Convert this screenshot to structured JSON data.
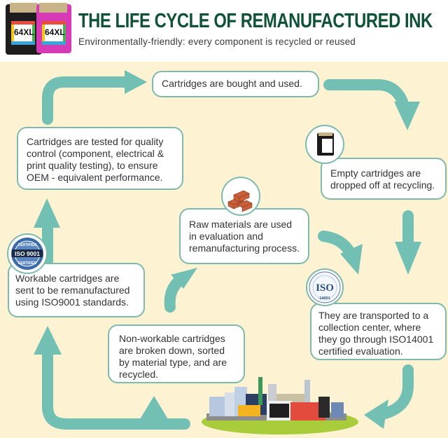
{
  "header": {
    "title": "THE LIFE CYCLE OF REMANUFACTURED INK",
    "subtitle": "Environmentally-friendly: every component is recycled or reused",
    "product_label_black": "64XL",
    "product_label_color": "64XL"
  },
  "steps": [
    {
      "id": "bought",
      "text": "Cartridges are bought and used."
    },
    {
      "id": "dropped",
      "text": "Empty cartridges are dropped off at recycling."
    },
    {
      "id": "transported",
      "text": "They are transported to a collection center, where they go through ISO14001 certified evaluation."
    },
    {
      "id": "non-workable",
      "text": "Non-workable cartridges are broken down, sorted by material type, and are recycled."
    },
    {
      "id": "raw-materials",
      "text": "Raw materials are used in evaluation and remanufacturing process."
    },
    {
      "id": "workable",
      "text": "Workable cartridges are sent to be remanufactured using ISO9001 standards."
    },
    {
      "id": "tested",
      "text": "Cartridges are tested for quality control (component, electrical & print quality testing), to ensure OEM - equivalent performance."
    }
  ],
  "badges": {
    "iso9001": {
      "top": "CERTIFIED",
      "label": "ISO 9001",
      "bottom": "CERTIFIED"
    },
    "iso14001": {
      "label": "ISO",
      "number": "14001"
    }
  },
  "colors": {
    "title_green": "#0f5236",
    "arrow_teal": "#72bfb3",
    "background_cream": "#fdf3d3",
    "box_border": "#7fb9ad"
  }
}
